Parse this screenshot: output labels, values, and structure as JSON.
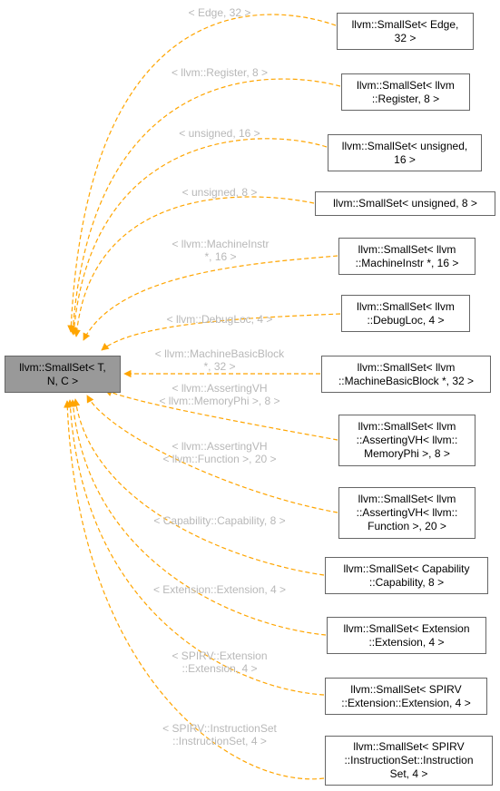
{
  "diagram": {
    "edge_color": "#ffa500",
    "root": {
      "lines": [
        "llvm::SmallSet< T,",
        "N, C >"
      ]
    },
    "nodes": [
      {
        "lines": [
          "llvm::SmallSet< Edge,",
          "32 >"
        ],
        "edge_label": [
          "< Edge, 32 >"
        ]
      },
      {
        "lines": [
          "llvm::SmallSet< llvm",
          "::Register, 8 >"
        ],
        "edge_label": [
          "< llvm::Register, 8 >"
        ]
      },
      {
        "lines": [
          "llvm::SmallSet< unsigned,",
          "16 >"
        ],
        "edge_label": [
          "< unsigned, 16 >"
        ]
      },
      {
        "lines": [
          "llvm::SmallSet< unsigned, 8 >"
        ],
        "edge_label": [
          "< unsigned, 8 >"
        ]
      },
      {
        "lines": [
          "llvm::SmallSet< llvm",
          "::MachineInstr *, 16 >"
        ],
        "edge_label": [
          "< llvm::MachineInstr",
          "*, 16 >"
        ]
      },
      {
        "lines": [
          "llvm::SmallSet< llvm",
          "::DebugLoc, 4 >"
        ],
        "edge_label": [
          "< llvm::DebugLoc, 4 >"
        ]
      },
      {
        "lines": [
          "llvm::SmallSet< llvm",
          "::MachineBasicBlock *, 32 >"
        ],
        "edge_label": [
          "< llvm::MachineBasicBlock",
          "*, 32 >"
        ]
      },
      {
        "lines": [
          "llvm::SmallSet< llvm",
          "::AssertingVH< llvm::",
          "MemoryPhi >, 8 >"
        ],
        "edge_label": [
          "< llvm::AssertingVH",
          "< llvm::MemoryPhi >, 8 >"
        ]
      },
      {
        "lines": [
          "llvm::SmallSet< llvm",
          "::AssertingVH< llvm::",
          "Function >, 20 >"
        ],
        "edge_label": [
          "< llvm::AssertingVH",
          "< llvm::Function >, 20 >"
        ]
      },
      {
        "lines": [
          "llvm::SmallSet< Capability",
          "::Capability, 8 >"
        ],
        "edge_label": [
          "< Capability::Capability, 8 >"
        ]
      },
      {
        "lines": [
          "llvm::SmallSet< Extension",
          "::Extension, 4 >"
        ],
        "edge_label": [
          "< Extension::Extension, 4 >"
        ]
      },
      {
        "lines": [
          "llvm::SmallSet< SPIRV",
          "::Extension::Extension, 4 >"
        ],
        "edge_label": [
          "< SPIRV::Extension",
          "::Extension, 4 >"
        ]
      },
      {
        "lines": [
          "llvm::SmallSet< SPIRV",
          "::InstructionSet::Instruction",
          "Set, 4 >"
        ],
        "edge_label": [
          "< SPIRV::InstructionSet",
          "::InstructionSet, 4 >"
        ]
      }
    ]
  }
}
